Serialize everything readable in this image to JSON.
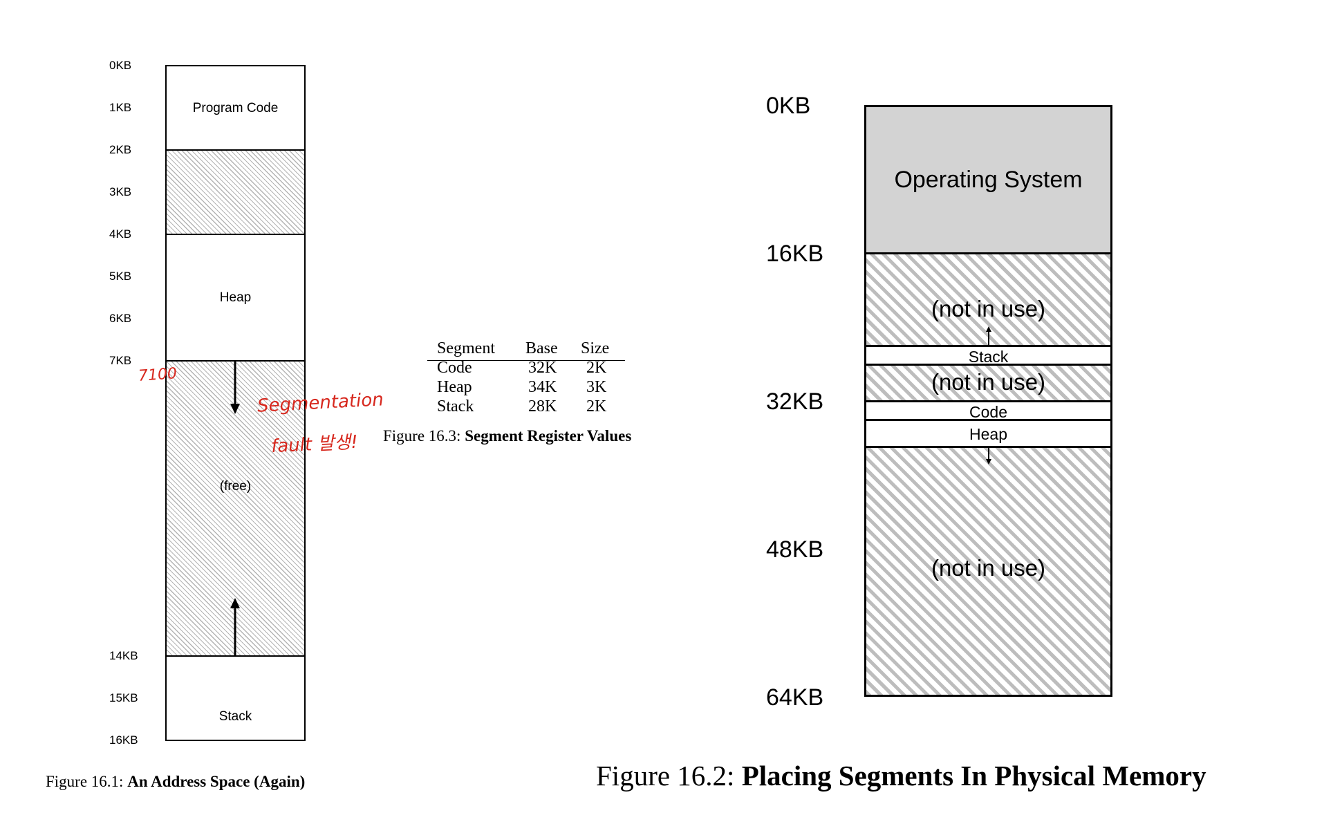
{
  "figure_16_1": {
    "kb_labels": [
      "0KB",
      "1KB",
      "2KB",
      "3KB",
      "4KB",
      "5KB",
      "6KB",
      "7KB",
      "14KB",
      "15KB",
      "16KB"
    ],
    "blocks": {
      "program_code": "Program Code",
      "heap": "Heap",
      "free": "(free)",
      "stack": "Stack"
    },
    "caption_prefix": "Figure 16.1:",
    "caption_title": "An Address Space (Again)"
  },
  "annotations": {
    "addr": "7100",
    "segmentation": "Segmentation",
    "fault": "fault 발생!"
  },
  "figure_16_3": {
    "headers": [
      "Segment",
      "Base",
      "Size"
    ],
    "rows": [
      [
        "Code",
        "32K",
        "2K"
      ],
      [
        "Heap",
        "34K",
        "3K"
      ],
      [
        "Stack",
        "28K",
        "2K"
      ]
    ],
    "caption_prefix": "Figure 16.3:",
    "caption_title": "Segment Register Values"
  },
  "figure_16_2": {
    "kb_labels": [
      "0KB",
      "16KB",
      "32KB",
      "48KB",
      "64KB"
    ],
    "blocks": {
      "os": "Operating System",
      "not_in_use_1": "(not in use)",
      "stack": "Stack",
      "not_in_use_2": "(not in use)",
      "code": "Code",
      "heap": "Heap",
      "not_in_use_3": "(not in use)"
    },
    "caption_prefix": "Figure 16.2:",
    "caption_title": "Placing Segments In Physical Memory"
  },
  "colors": {
    "os_fill": "#d3d3d3",
    "hatch": "#b4b4b4",
    "annotation": "#d7281e"
  }
}
